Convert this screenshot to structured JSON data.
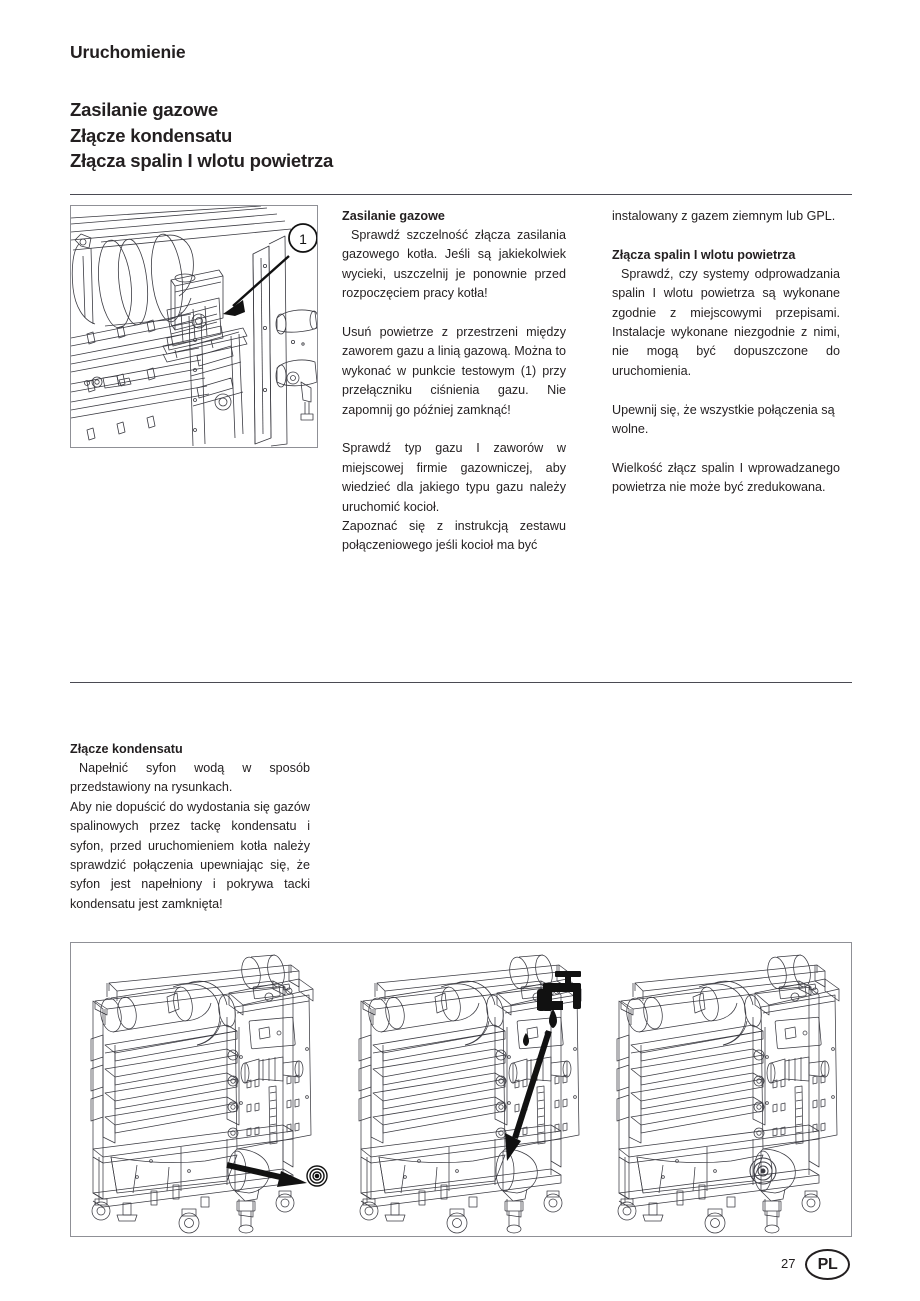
{
  "document": {
    "chapter_title": "Uruchomienie",
    "title_lines": [
      "Zasilanie gazowe",
      "Złącze kondensatu",
      "Złącza spalin I wlotu powietrza"
    ],
    "page_number": "27",
    "language_badge": "PL"
  },
  "column_left": {
    "section_heading": "Zasilanie gazowe",
    "paragraph_1": "Sprawdź szczelność złącza zasilania gazowego kotła. Jeśli są jakiekolwiek wycieki, uszczelnij je ponownie przed rozpoczęciem pracy kotła!",
    "paragraph_2": "Usuń powietrze z przestrzeni między zaworem gazu a linią gazową. Można to wykonać w punkcie testowym (1) przy przełączniku ciśnienia gazu. Nie zapomnij go później zamknąć!",
    "paragraph_3": "Sprawdź typ gazu I zaworów w miejscowej firmie gazowniczej, aby wiedzieć dla jakiego typu gazu należy uruchomić kocioł.",
    "paragraph_4": "Zapoznać się z instrukcją zestawu połączeniowego jeśli kocioł ma być"
  },
  "column_right": {
    "paragraph_continued": "instalowany z gazem ziemnym lub GPL.",
    "section_heading": "Złącza spalin I wlotu powietrza",
    "paragraph_1": "Sprawdź, czy systemy odprowadzania spalin I wlotu powietrza są wykonane zgodnie z miejscowymi przepisami. Instalacje wykonane niezgodnie z nimi, nie mogą być dopuszczone do uruchomienia.",
    "paragraph_2": "Upewnij się, że wszystkie połączenia są wolne.",
    "paragraph_3": "Wielkość złącz spalin I wprowadzanego powietrza nie może być zredukowana."
  },
  "column_lower": {
    "section_heading": "Złącze kondensatu",
    "paragraph_1": "Napełnić syfon wodą w sposób przedstawiony na rysunkach.",
    "paragraph_2": "Aby nie dopuścić do wydostania się gazów spalinowych przez tackę kondensatu i syfon, przed uruchomieniem kotła należy sprawdzić połączenia upewniając się, że syfon jest napełniony i pokrywa tacki kondensatu jest zamknięta!"
  },
  "figure_top": {
    "name": "boiler-gas-valve-detail",
    "callout_label": "1",
    "description": "Szczegół zaworu gazowego z punktem testowym"
  },
  "figure_bottom": {
    "name": "condensate-siphon-filling-sequence",
    "panels": [
      {
        "name": "panel-remove-siphon",
        "icon": ""
      },
      {
        "name": "panel-fill-with-water",
        "icon": "faucet-icon"
      },
      {
        "name": "panel-refit-siphon",
        "icon": ""
      }
    ]
  },
  "colors": {
    "text": "#231f20",
    "rule": "#4a4a52",
    "figure_border": "#8f9096",
    "line_art": "#3b3b42"
  }
}
